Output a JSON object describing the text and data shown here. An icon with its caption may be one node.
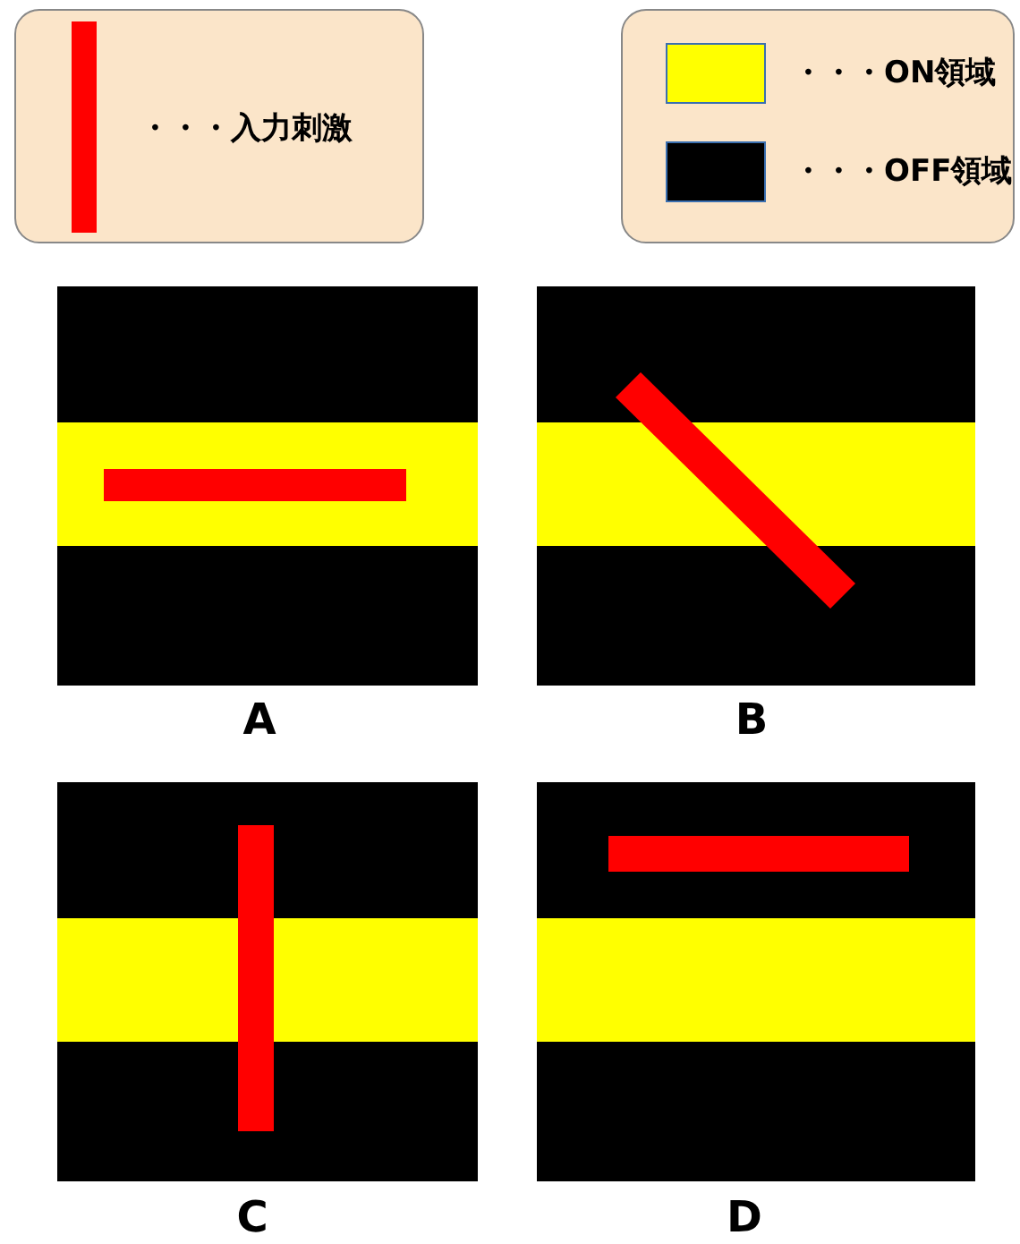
{
  "diagram": {
    "labels": [
      "A",
      "B",
      "C",
      "D"
    ],
    "legend": [
      {
        "text": "・・・入力刺激",
        "color": "#ff0000"
      },
      {
        "text": "・・・ON領域",
        "color": "#ffff00"
      },
      {
        "text": "・・・OFF領域",
        "color": "#000000"
      }
    ]
  }
}
